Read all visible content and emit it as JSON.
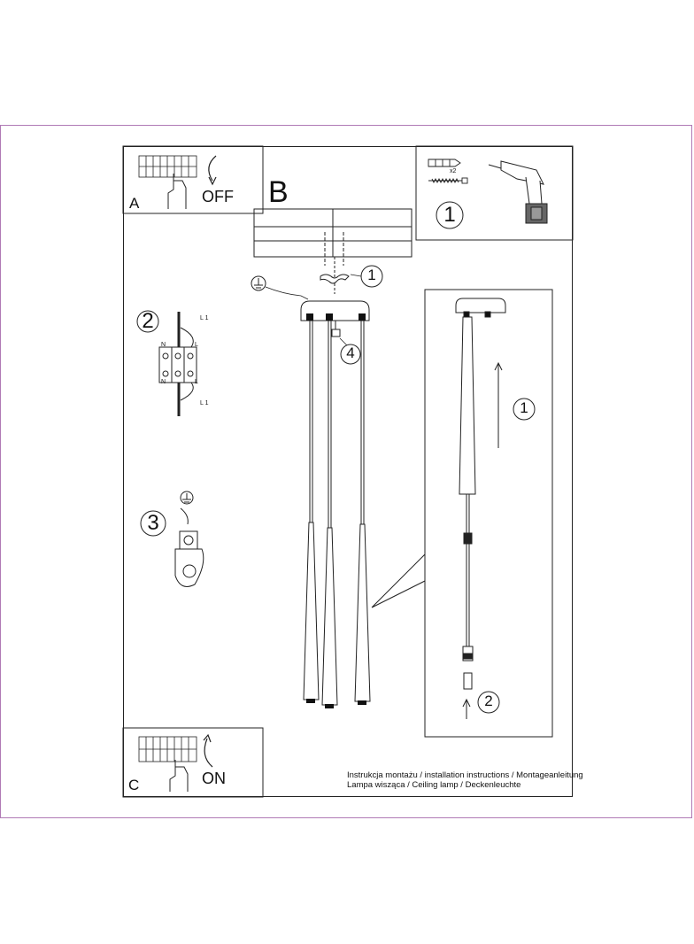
{
  "panel_a": {
    "letter": "A",
    "switch_label": "OFF"
  },
  "panel_b": {
    "letter": "B"
  },
  "panel_c": {
    "letter": "C",
    "switch_label": "ON"
  },
  "tools_panel": {
    "step": "1",
    "quantity": "x2"
  },
  "steps": {
    "wiring": "2",
    "ground": "3",
    "mount_callout": "1",
    "wire_callout": "4"
  },
  "wiring_labels": {
    "l1": "L 1",
    "l": "L",
    "n": "N"
  },
  "detail": {
    "callout_up": "1",
    "callout_plug": "2"
  },
  "footer": {
    "line1": "Instrukcja montażu / installation instructions / Montageanleitung",
    "line2": "Lampa wisząca / Ceiling lamp / Deckenleuchte"
  }
}
